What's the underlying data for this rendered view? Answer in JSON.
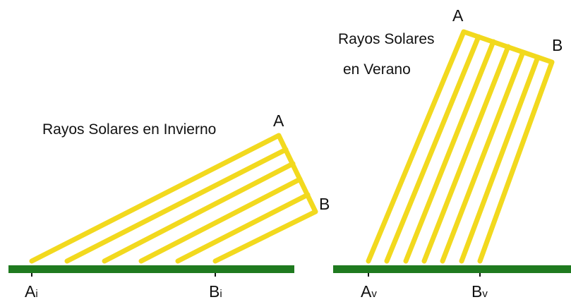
{
  "winter": {
    "title": "Rayos Solares en Invierno",
    "point_a": "A",
    "point_b": "B",
    "ground_a": "A",
    "ground_a_sub": "i",
    "ground_b": "B",
    "ground_b_sub": "i"
  },
  "summer": {
    "title_line1": "Rayos Solares",
    "title_line2": "en Verano",
    "point_a": "A",
    "point_b": "B",
    "ground_a": "A",
    "ground_a_sub": "v",
    "ground_b": "B",
    "ground_b_sub": "v"
  },
  "colors": {
    "ray": "#f2d91e",
    "ground": "#1f7a1f",
    "text": "#111111"
  }
}
